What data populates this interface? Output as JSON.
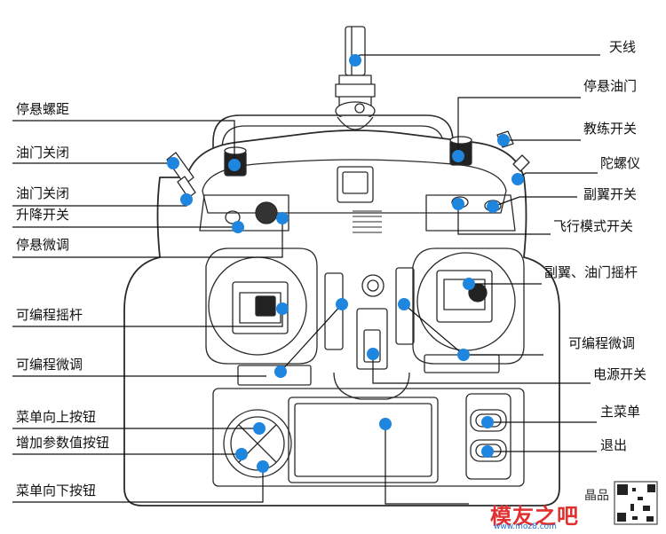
{
  "labels_left": [
    {
      "id": "tingxuan-luoju",
      "text": "停悬螺距"
    },
    {
      "id": "youmen-guanbi-1",
      "text": "油门关闭"
    },
    {
      "id": "youmen-guanbi-2",
      "text": "油门关闭"
    },
    {
      "id": "shengjiang-kaiguan",
      "text": "升降开关"
    },
    {
      "id": "tingxuan-weitiao",
      "text": "停悬微调"
    },
    {
      "id": "kebiancheng-yaogan",
      "text": "可编程摇杆"
    },
    {
      "id": "kebiancheng-weitiao-l",
      "text": "可编程微调"
    },
    {
      "id": "caidan-xiangshang",
      "text": "菜单向上按钮"
    },
    {
      "id": "zengjia-canshu",
      "text": "增加参数值按钮"
    },
    {
      "id": "caidan-xiangxia",
      "text": "菜单向下按钮"
    }
  ],
  "labels_right": [
    {
      "id": "tianxian",
      "text": "天线"
    },
    {
      "id": "tingxuan-youmen",
      "text": "停悬油门"
    },
    {
      "id": "jiaolian-kaiguan",
      "text": "教练开关"
    },
    {
      "id": "tuoluoyi",
      "text": "陀螺仪"
    },
    {
      "id": "fuyi-kaiguan",
      "text": "副翼开关"
    },
    {
      "id": "feixing-moshi",
      "text": "飞行模式开关"
    },
    {
      "id": "fuyi-youmen-yaogan",
      "text": "副翼、油门摇杆"
    },
    {
      "id": "kebiancheng-weitiao-r",
      "text": "可编程微调"
    },
    {
      "id": "dianyuan-kaiguan",
      "text": "电源开关"
    },
    {
      "id": "zhu-caidan",
      "text": "主菜单"
    },
    {
      "id": "tuichu",
      "text": "退出"
    }
  ],
  "colors": {
    "marker": "#1f86e0",
    "outline": "#2a2a2a",
    "leader": "#111111",
    "watermark_red": "#e03030",
    "watermark_blue": "#1f6fd0"
  },
  "watermark": {
    "brand": "模友之吧",
    "url": "www.moz8.com",
    "partial": "晶品"
  }
}
